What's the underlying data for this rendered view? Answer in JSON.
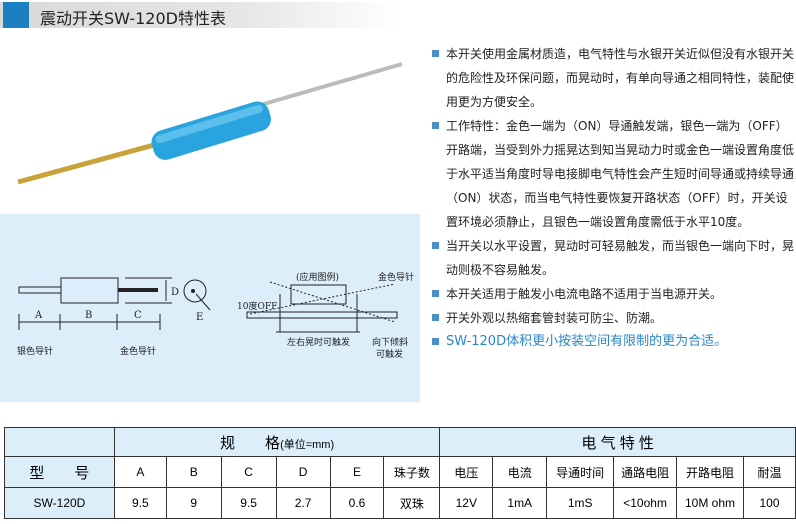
{
  "title": "震动开关SW-120D特性表",
  "diagram": {
    "labels": {
      "A": "A",
      "B": "B",
      "C": "C",
      "D": "D",
      "E": "E",
      "silver": "银色导针",
      "gold": "金色导针",
      "app": "(应用图例)",
      "gold2": "金色导针",
      "off": "10度OFF",
      "lr": "左右晃时可触发",
      "down1": "向下倾斜",
      "down2": "可触发"
    }
  },
  "description": [
    "本开关使用金属材质造，电气特性与水银开关近似但没有水银开关的危险性及环保问题，而晃动时，有单向导通之相同特性，装配使用更为方便安全。",
    "工作特性：金色一端为（ON）导通触发端，银色一端为（OFF）开路端，当受到外力摇晃达到知当晃动力时或金色一端设置角度低于水平适当角度时导电接脚电气特性会产生短时间导通或持续导通（ON）状态，而当电气特性要恢复开路状态（OFF）时，开关设置环境必须静止，且银色一端设置角度需低于水平10度。",
    "当开关以水平设置，晃动时可轻易触发，而当银色一端向下时，晃动则极不容易触发。",
    "本开关适用于触发小电流电路不适用于当电源开关。",
    "开关外观以热缩套管封装可防尘、防潮。",
    "SW-120D体积更小按装空间有限制的更为合适。"
  ],
  "table": {
    "group1": "规　　格",
    "group1_unit": "(单位=mm)",
    "group2": "电 气 特 性",
    "headers": [
      "型　　号",
      "A",
      "B",
      "C",
      "D",
      "E",
      "珠子数",
      "电压",
      "电流",
      "导通时间",
      "通路电阻",
      "开路电阻",
      "耐温"
    ],
    "row": [
      "SW-120D",
      "9.5",
      "9",
      "9.5",
      "2.7",
      "0.6",
      "双珠",
      "12V",
      "1mA",
      "1mS",
      "<10ohm",
      "10M ohm",
      "100"
    ]
  }
}
